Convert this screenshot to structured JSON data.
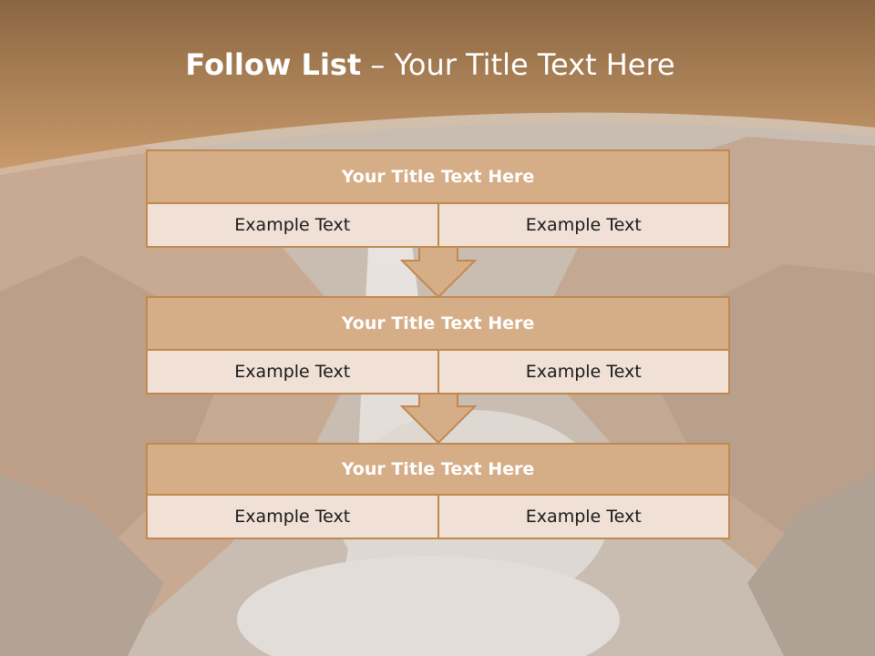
{
  "slide": {
    "title_bold": "Follow List",
    "title_rest": " – Your Title Text Here"
  },
  "steps": [
    {
      "title": "Your Title Text Here",
      "left_text": "Example Text",
      "right_text": "Example Text"
    },
    {
      "title": "Your Title Text Here",
      "left_text": "Example Text",
      "right_text": "Example Text"
    },
    {
      "title": "Your Title Text Here",
      "left_text": "Example Text",
      "right_text": "Example Text"
    }
  ],
  "colors": {
    "header_top": "#8a6642",
    "header_bottom": "#c99a6a",
    "box_title_fill": "#d5ad87",
    "box_row_fill": "#f0e0d6",
    "box_border": "#c0894f",
    "arrow_fill": "#d5ad87"
  },
  "icons": [
    "down-arrow-icon"
  ]
}
